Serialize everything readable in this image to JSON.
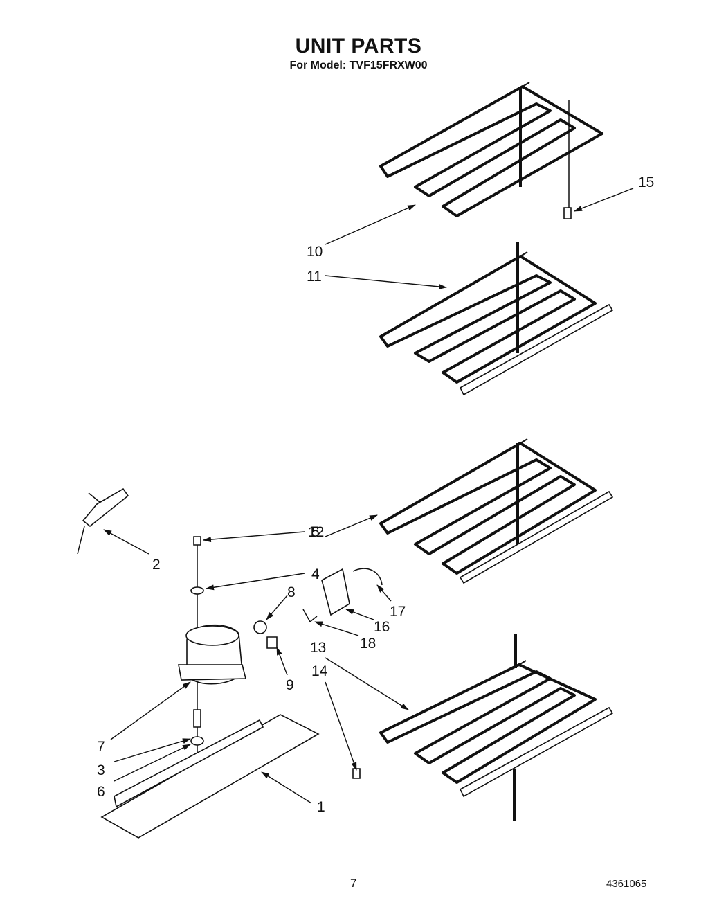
{
  "header": {
    "title": "UNIT PARTS",
    "subtitle": "For Model: TVF15FRXW00"
  },
  "callouts": [
    "1",
    "2",
    "3",
    "4",
    "5",
    "6",
    "7",
    "8",
    "9",
    "10",
    "11",
    "12",
    "13",
    "14",
    "15",
    "16",
    "17",
    "18"
  ],
  "footer": {
    "page_number": "7",
    "document_number": "4361065"
  }
}
